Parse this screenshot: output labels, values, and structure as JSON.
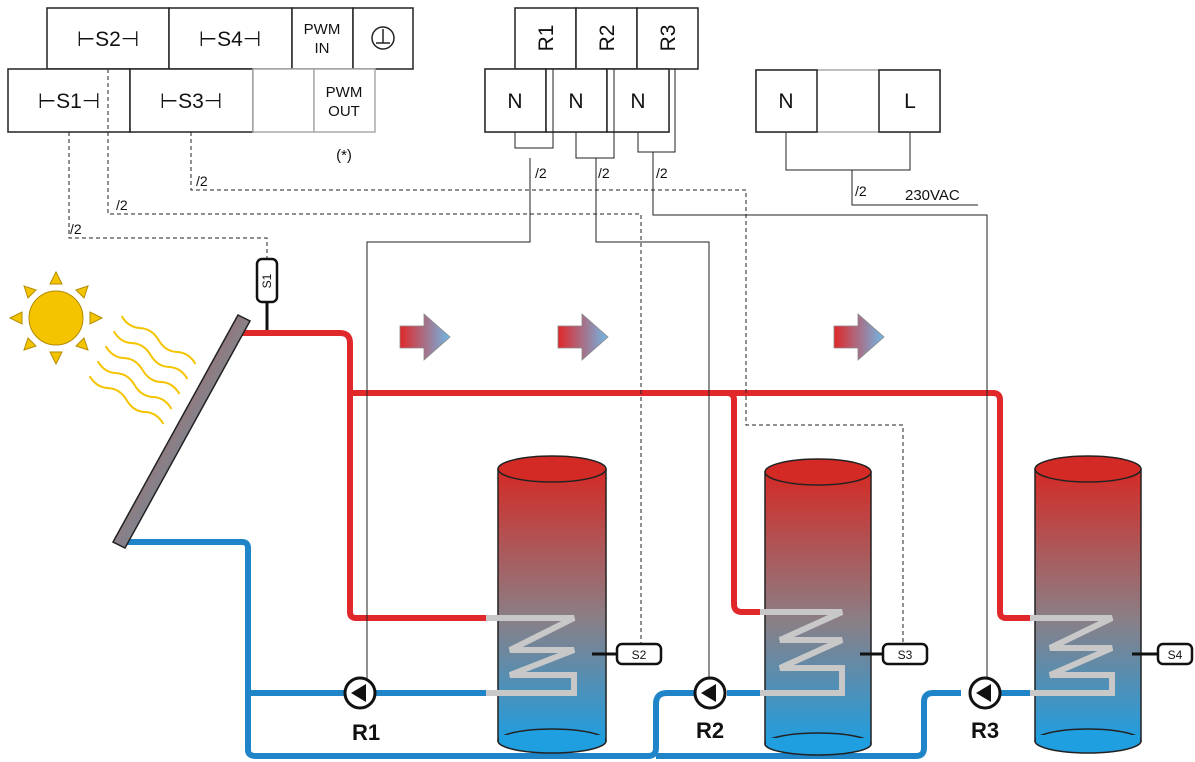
{
  "sensor_terminals": {
    "s1": "⊢S1⊣",
    "s2": "⊢S2⊣",
    "s3": "⊢S3⊣",
    "s4": "⊢S4⊣",
    "pwm_in_line1": "PWM",
    "pwm_in_line2": "IN",
    "pwm_out_line1": "PWM",
    "pwm_out_line2": "OUT",
    "ground_symbol": "⏚",
    "footnote_mark": "(*)"
  },
  "relay_terminals": {
    "r1": "R1",
    "r2": "R2",
    "r3": "R3",
    "n1": "N",
    "n2": "N",
    "n3": "N"
  },
  "power_terminals": {
    "n": "N",
    "l": "L",
    "voltage_label": "230VAC"
  },
  "wire_marks": {
    "m1": "/2",
    "m2": "/2",
    "m3": "/2",
    "m4": "/2",
    "m5": "/2",
    "m6": "/2",
    "m7": "/2"
  },
  "sensors": {
    "collector": "S1",
    "tank1": "S2",
    "tank2": "S3",
    "tank3": "S4"
  },
  "pumps": {
    "p1": "R1",
    "p2": "R2",
    "p3": "R3"
  },
  "colors": {
    "hot": "#e0282a",
    "cold": "#1f85c8",
    "tank_top": "#d42a25",
    "tank_bottom": "#1f9ee0",
    "sun": "#f5c400",
    "coil": "#c8c8c8"
  }
}
